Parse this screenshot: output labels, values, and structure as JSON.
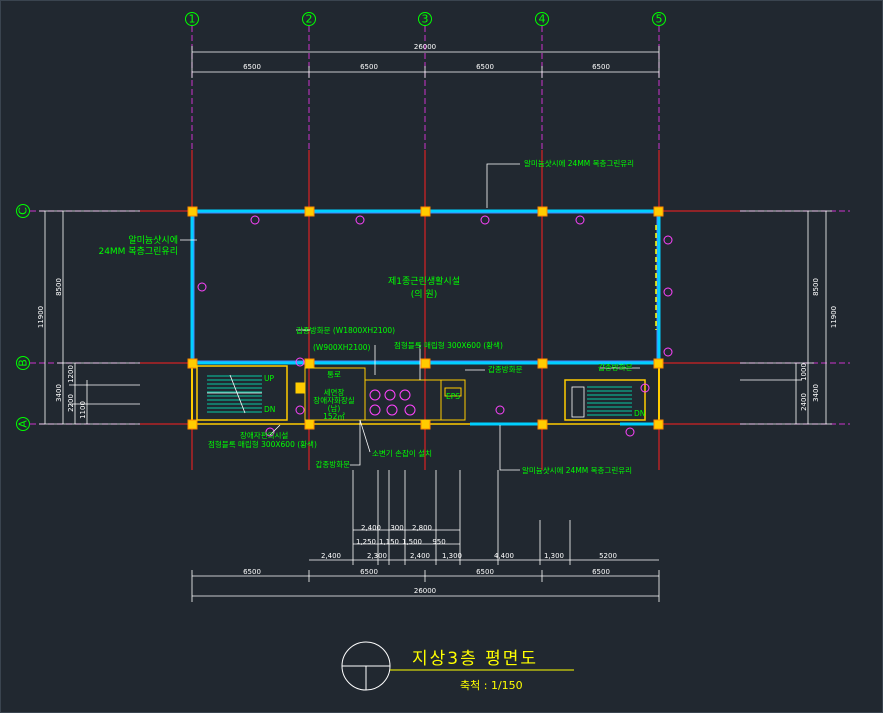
{
  "title": "지상3층  평면도",
  "scale": "축척 : 1/150",
  "room": {
    "name": "제1종근린생활시설",
    "use": "(의 원)"
  },
  "grid_columns": [
    "1",
    "2",
    "3",
    "4",
    "5"
  ],
  "grid_rows": [
    "C",
    "B",
    "A"
  ],
  "dims_top_total": "26000",
  "dims_top_spans": [
    "6500",
    "6500",
    "6500",
    "6500"
  ],
  "dims_bottom_total": "26000",
  "dims_bottom_spans": [
    "6500",
    "6500",
    "6500",
    "6500"
  ],
  "dims_detail_row1": [
    "2,400",
    "300",
    "2,800"
  ],
  "dims_detail_row2": [
    "1,250",
    "1,150",
    "1,500",
    "950"
  ],
  "dims_detail_row3": [
    "2,400",
    "2,300",
    "2,400",
    "1,300",
    "4,400",
    "1,300",
    "5200"
  ],
  "dims_left_total": "11900",
  "dims_left_spans": [
    "8500",
    "3400"
  ],
  "dims_left_detail": [
    "1200",
    "2200",
    "1100"
  ],
  "dims_right_total": "11900",
  "dims_right_spans": [
    "8500",
    "3400"
  ],
  "dims_right_detail": [
    "1000",
    "2400"
  ],
  "labels": {
    "glass_top": "알미늄샷시에  24MM  복층그린유리",
    "glass_left_1": "알미늄샷시에",
    "glass_left_2": "24MM  복층그린유리",
    "glass_bottom": "알미늄샷시에  24MM  복층그린유리",
    "fire_door_1": "갑종방화문  (W1800XH2100)",
    "fire_door_2": "(W900XH2100)",
    "tile_note_1": "점형블록  매립형  300X600  (황색)",
    "fire_shutter_1": "갑종방화문",
    "fire_shutter_2": "갑종방화문",
    "handicap_1": "장애자편의시설",
    "handicap_2": "점형블록  매립형  300X600  (황색)",
    "fire_door_bottom": "갑종방화문",
    "urinal_note": "소변기  손잡이  설치",
    "corridor": "통로",
    "toilet_1": "세면장",
    "toilet_2": "장애자화장실",
    "toilet_3": "(남)",
    "toilet_area": "152㎡",
    "stair_up": "UP",
    "stair_dn": "DN",
    "stair_dn2": "DN",
    "eps": "EPS"
  }
}
